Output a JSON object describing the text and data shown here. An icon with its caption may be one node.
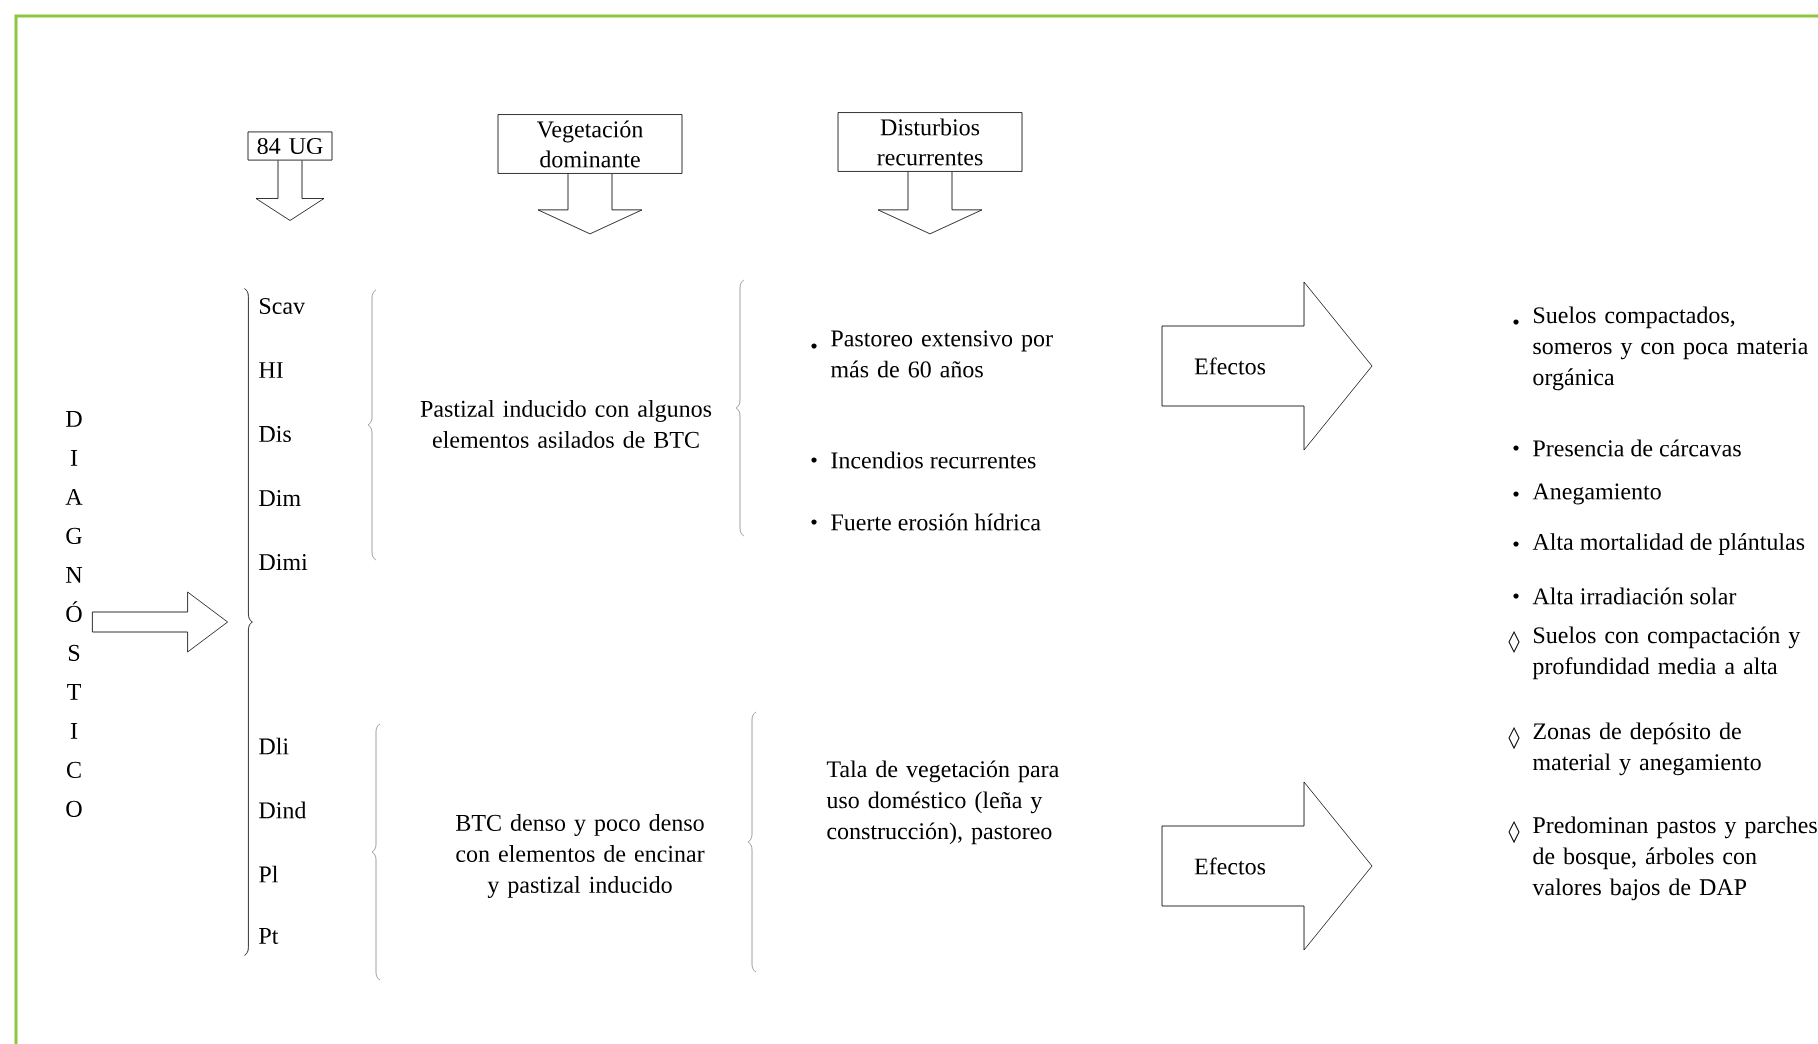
{
  "diagram": {
    "nodes": [
      {
        "text": [
          "84 UG"
        ]
      },
      {
        "text": [
          "Vegetación dominante"
        ]
      },
      {
        "text": [
          "Disturbios recurrentes"
        ]
      },
      {
        "text": [
          "D I A G N Ó S T I C O"
        ]
      },
      {
        "text": [],
        "shape": "brace"
      },
      {
        "text": [
          "Efectos"
        ]
      },
      {
        "text": [
          "Efectos"
        ]
      }
    ],
    "edges": [
      {
        "from": 3,
        "to": 4,
        "arrow": "to"
      }
    ],
    "labels": [
      "Scav",
      "HI",
      "Dis",
      "Dim",
      "Dimi",
      "Pastizal inducido con algunos elementos asilados de BTC",
      "Pastoreo extensivo por más de 60 años",
      "Incendios recurrentes",
      "Fuerte erosión hídrica",
      "Suelos compactados, someros y con poca materia orgánica",
      "Presencia de cárcavas",
      "Anegamiento",
      "Alta mortalidad de plántulas",
      "Alta irradiación solar",
      "Suelos con compactación y profundidad media a alta",
      "Zonas de depósito de material y anegamiento",
      "Predominan pastos y parches de bosque, árboles con valores bajos de DAP",
      "Dli",
      "Dind",
      "Pl",
      "Pt",
      "BTC denso y poco denso con elementos de encinar y pastizal inducido",
      "Tala de vegetación para uso doméstico (leña y construcción), pastoreo"
    ]
  }
}
